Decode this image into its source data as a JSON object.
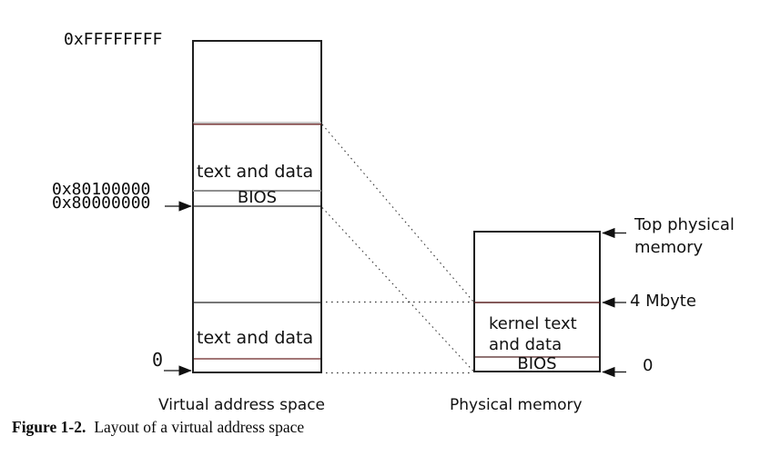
{
  "colors": {
    "outline": "#1f1f1f",
    "maroon_line": "#6b2424",
    "gray_line": "#8f8f8f",
    "dotted_line": "#3a3a3a"
  },
  "virtual_box": {
    "title": "Virtual address space",
    "labels": {
      "top_address": "0xFFFFFFFF",
      "kernel_link_address": "0x80100000",
      "kernel_base_address": "0x80000000",
      "zero": "0"
    },
    "regions": {
      "upper_text_and_data": "text and data",
      "bios": "BIOS",
      "lower_text_and_data": "text and data"
    }
  },
  "physical_box": {
    "title": "Physical memory",
    "labels": {
      "top_line1": "Top physical",
      "top_line2": "memory",
      "four_mbyte": "4 Mbyte",
      "zero": "0"
    },
    "regions": {
      "kernel_line1": "kernel text",
      "kernel_line2": "and data",
      "bios": "BIOS"
    }
  },
  "figure_caption": {
    "number": "Figure 1-2.",
    "title": "Layout of a virtual address space"
  }
}
